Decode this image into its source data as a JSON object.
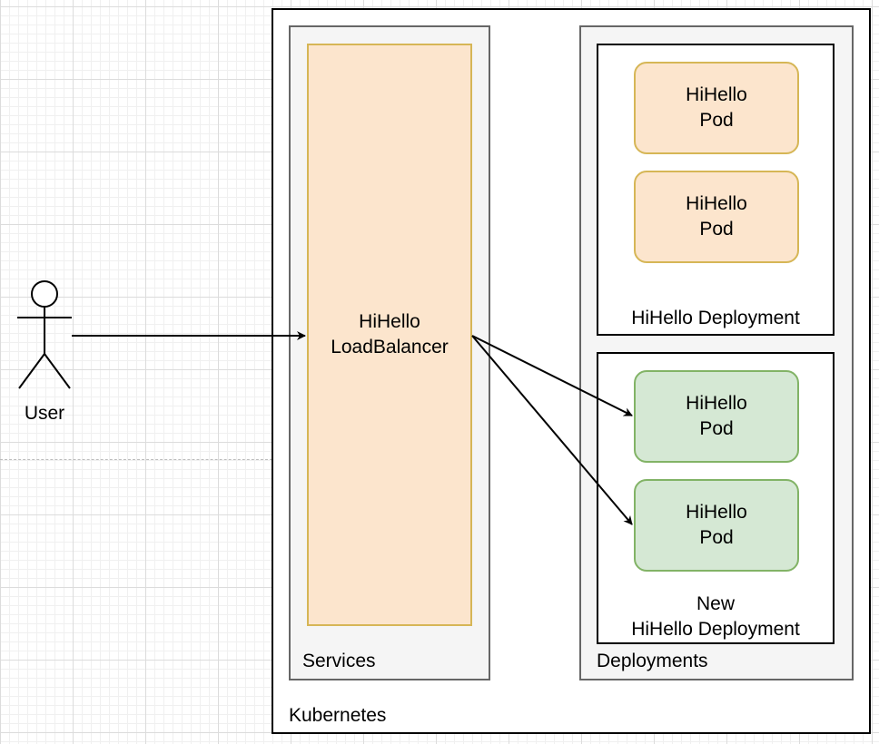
{
  "diagram": {
    "actor": {
      "label": "User"
    },
    "cluster": {
      "label": "Kubernetes"
    },
    "services_group": {
      "label": "Services",
      "load_balancer": {
        "line1": "HiHello",
        "line2": "LoadBalancer",
        "fill": "#fce5cd",
        "stroke": "#d6b656"
      }
    },
    "deployments_group": {
      "label": "Deployments",
      "old_deployment": {
        "label": "HiHello Deployment",
        "pods": [
          {
            "line1": "HiHello",
            "line2": "Pod"
          },
          {
            "line1": "HiHello",
            "line2": "Pod"
          }
        ],
        "pod_fill": "#fce5cd",
        "pod_stroke": "#d6b656"
      },
      "new_deployment": {
        "label_line1": "New",
        "label_line2": "HiHello Deployment",
        "pods": [
          {
            "line1": "HiHello",
            "line2": "Pod"
          },
          {
            "line1": "HiHello",
            "line2": "Pod"
          }
        ],
        "pod_fill": "#d5e8d4",
        "pod_stroke": "#82b366"
      }
    },
    "connections": [
      {
        "from": "User",
        "to": "HiHello LoadBalancer"
      },
      {
        "from": "HiHello LoadBalancer",
        "to": "New HiHello Deployment pod 1"
      },
      {
        "from": "HiHello LoadBalancer",
        "to": "New HiHello Deployment pod 2"
      }
    ]
  }
}
